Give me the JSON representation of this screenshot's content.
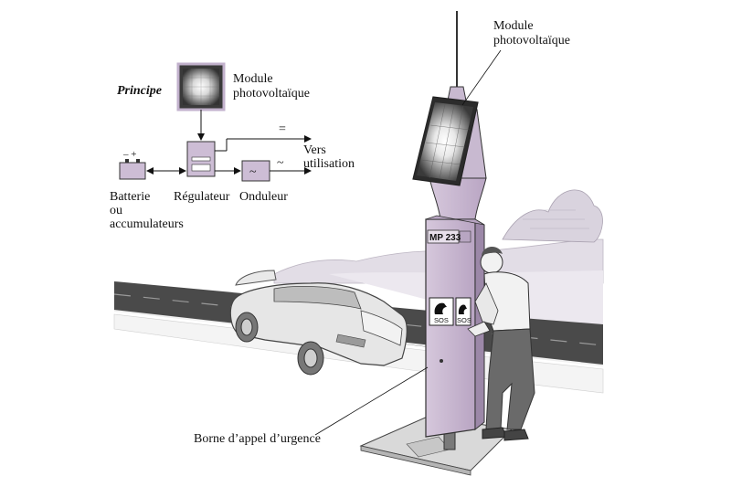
{
  "principle": {
    "title": "Principe",
    "module_label_1": "Module",
    "module_label_2": "photovoltaïque",
    "battery_label_1": "Batterie",
    "battery_label_2": "ou",
    "battery_label_3": "accumulateurs",
    "battery_polarity": "–  +",
    "regulator_label": "Régulateur",
    "inverter_label": "Onduleur",
    "inverter_symbol": "~",
    "dc_symbol": "=",
    "ac_symbol": "~",
    "output_label_1": "Vers",
    "output_label_2": "utilisation"
  },
  "illustration": {
    "panel_label_1": "Module",
    "panel_label_2": "photovoltaïque",
    "post_plate": "MP 233",
    "sos_left": "SOS",
    "sos_right": "SOS",
    "post_label": "Borne d’appel d’urgence"
  },
  "colors": {
    "post": "#c7b6cf",
    "post_dark": "#9c88a8",
    "road": "#4a4a4a",
    "landscape": "#dad5de",
    "car": "#e6e6e6"
  }
}
